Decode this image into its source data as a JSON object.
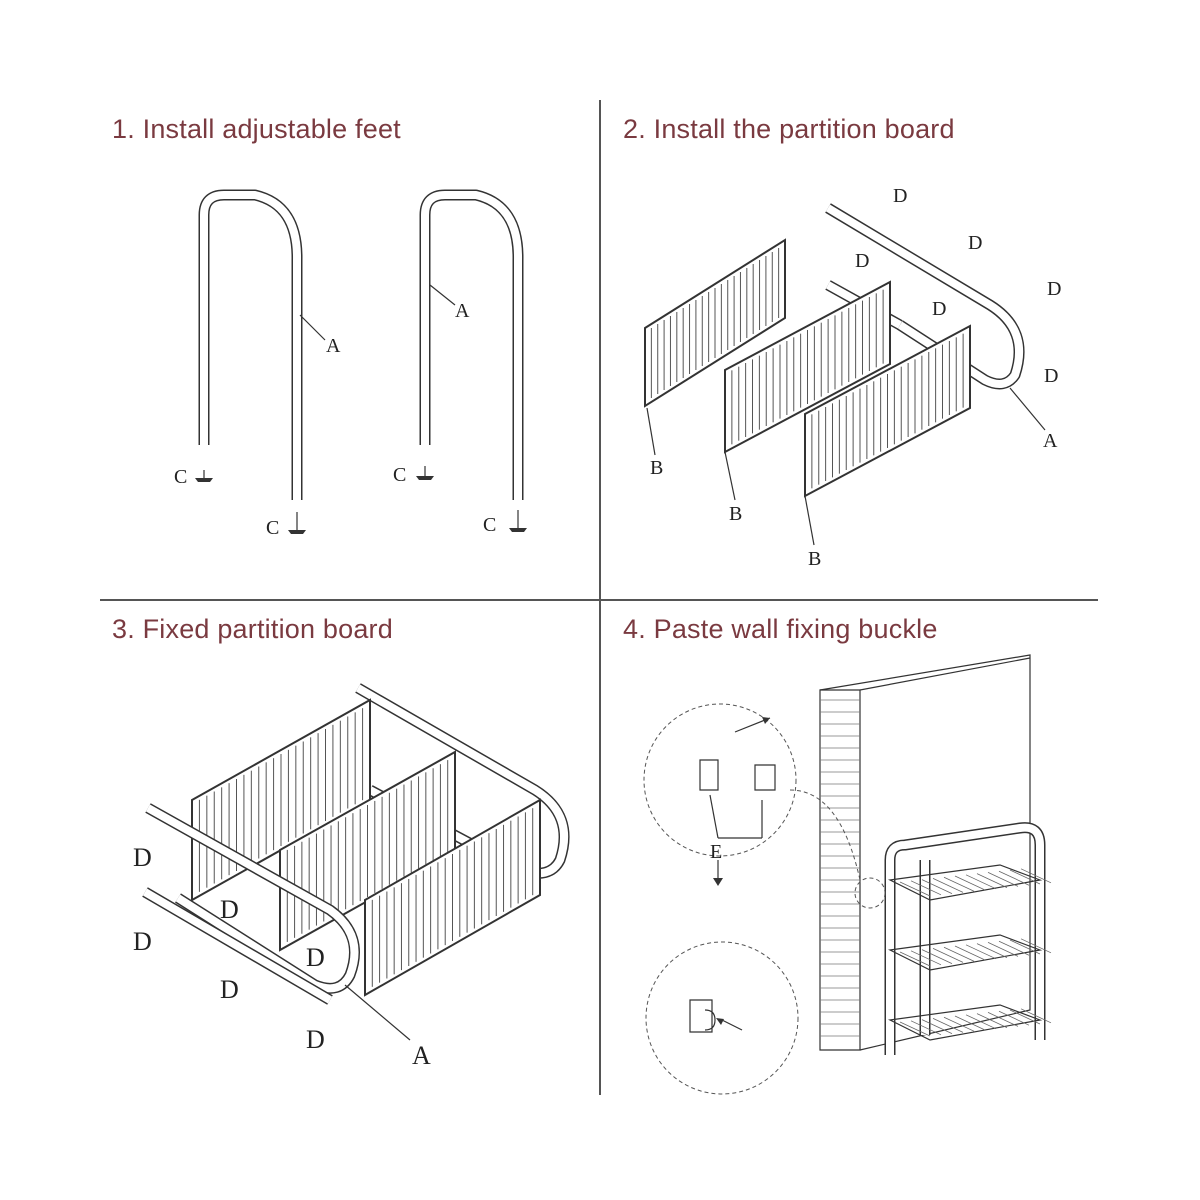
{
  "steps": [
    {
      "title": "1. Install adjustable feet",
      "labels": {
        "a1": "A",
        "c1": "C",
        "c2": "C",
        "a2": "A",
        "c3": "C",
        "c4": "C"
      }
    },
    {
      "title": "2. Install the partition board",
      "labels": {
        "d1": "D",
        "d2": "D",
        "d3": "D",
        "d4": "D",
        "d5": "D",
        "d6": "D",
        "a": "A",
        "b1": "B",
        "b2": "B",
        "b3": "B"
      }
    },
    {
      "title": "3. Fixed partition board",
      "labels": {
        "d1": "D",
        "d2": "D",
        "d3": "D",
        "d4": "D",
        "d5": "D",
        "d6": "D",
        "a": "A"
      }
    },
    {
      "title": "4. Paste wall fixing buckle",
      "labels": {
        "e": "E"
      }
    }
  ],
  "colors": {
    "title": "#7a3a40",
    "line": "#333333"
  }
}
